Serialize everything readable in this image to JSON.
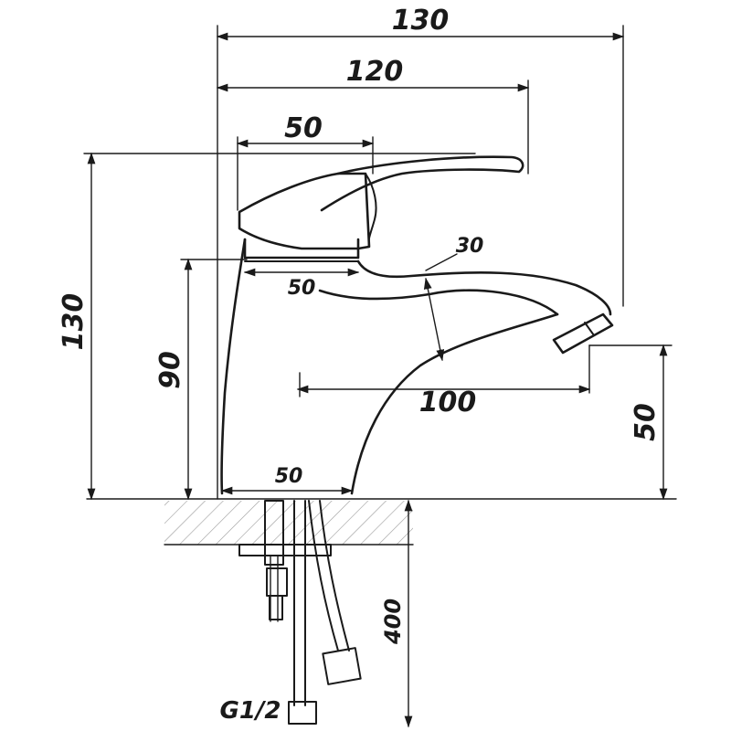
{
  "dimensions": {
    "overall_width": "130",
    "spout_reach_top": "120",
    "handle_width": "50",
    "overall_height": "130",
    "body_height": "90",
    "spout_gap": "30",
    "body_width_top": "50",
    "spout_projection": "100",
    "outlet_height": "50",
    "base_width": "50",
    "hose_length": "400",
    "connection": "G1/2"
  }
}
